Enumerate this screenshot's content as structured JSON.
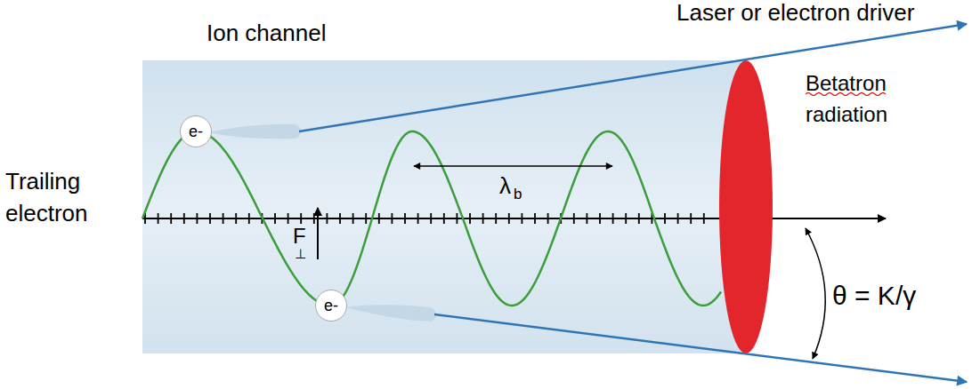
{
  "diagram": {
    "nodes": [
      {
        "text": [
          "e-"
        ]
      },
      {
        "text": [
          "e-"
        ]
      }
    ],
    "labels": [
      "Ion channel",
      "Laser or electron driver",
      "Betatron radiation",
      "Trailing electron",
      "λ",
      "b",
      "F",
      "⊥",
      "θ = K/γ"
    ]
  }
}
